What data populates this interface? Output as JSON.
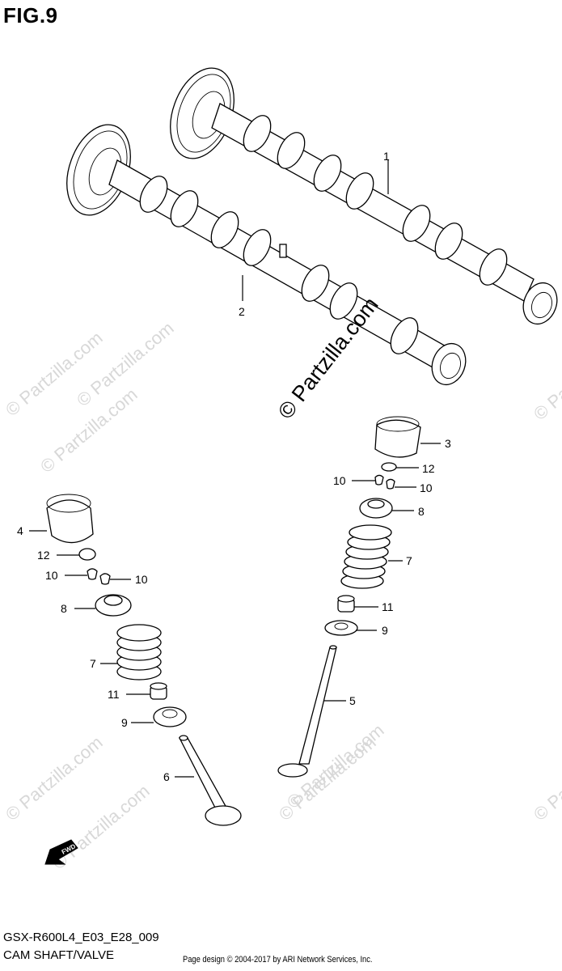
{
  "figure": {
    "title": "FIG.9"
  },
  "footer": {
    "code": "GSX-R600L4_E03_E28_009",
    "caption": "CAM SHAFT/VALVE",
    "copyright": "Page design © 2004-2017 by ARI Network Services, Inc."
  },
  "watermark": {
    "main": "© Partzilla.com",
    "faint": "© Partzilla.com"
  },
  "fwd_badge": "FWD",
  "callouts": {
    "c1": "1",
    "c2": "2",
    "c3": "3",
    "c4": "4",
    "c5": "5",
    "c6": "6",
    "c7a": "7",
    "c7b": "7",
    "c8a": "8",
    "c8b": "8",
    "c9a": "9",
    "c9b": "9",
    "c10a": "10",
    "c10b": "10",
    "c10c": "10",
    "c10d": "10",
    "c11a": "11",
    "c11b": "11",
    "c12a": "12",
    "c12b": "12"
  }
}
